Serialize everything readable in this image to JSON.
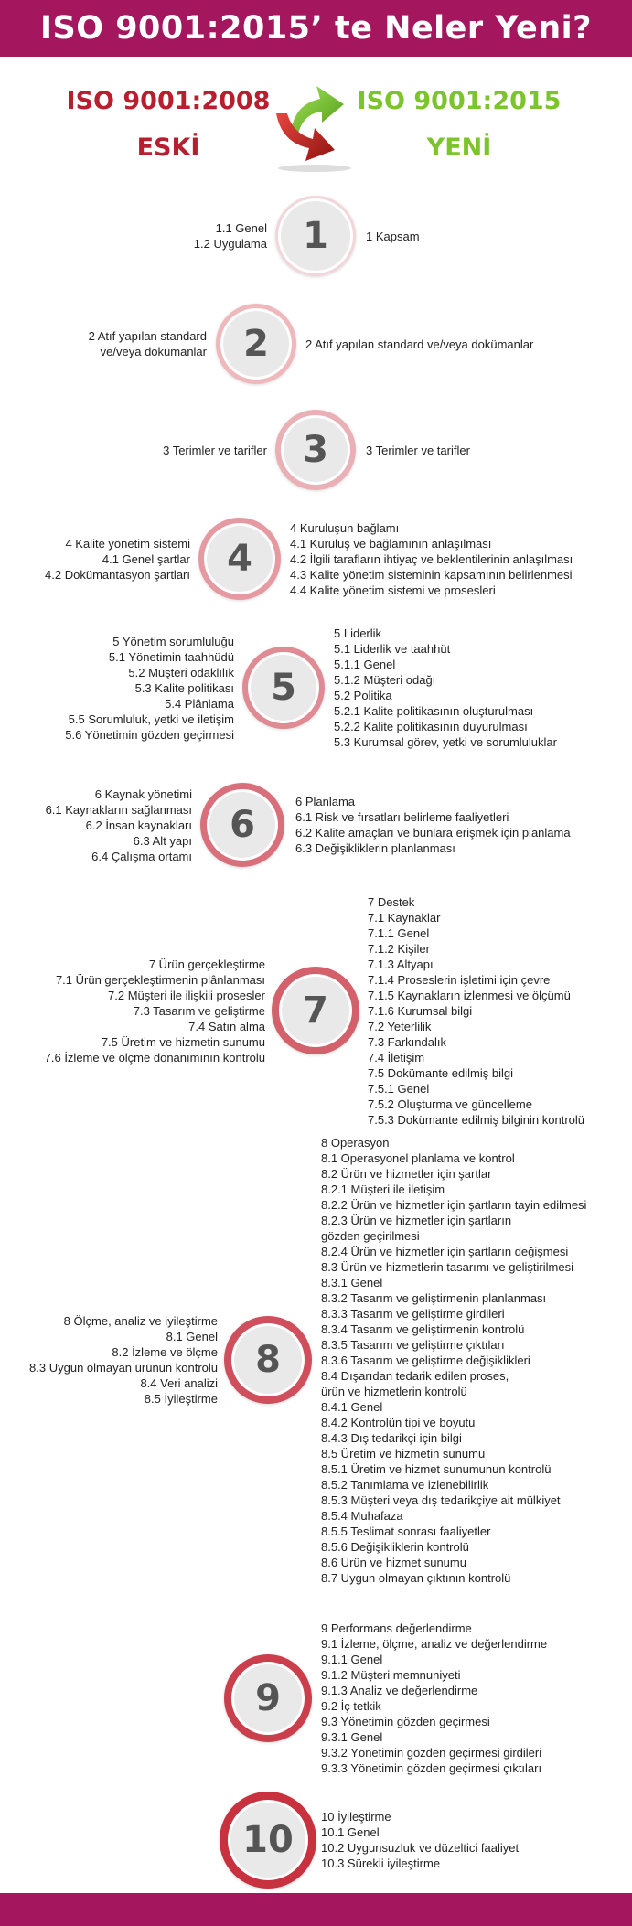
{
  "title": "ISO 9001:2015’ te Neler Yeni?",
  "header": {
    "old_version": "ISO 9001:2008",
    "old_label": "ESKİ",
    "new_version": "ISO 9001:2015",
    "new_label": "YENİ"
  },
  "sections": [
    {
      "number": "1",
      "old": [
        "1.1 Genel",
        "1.2 Uygulama"
      ],
      "new": [
        "1 Kapsam"
      ]
    },
    {
      "number": "2",
      "old": [
        "2 Atıf yapılan standard",
        "ve/veya dokümanlar"
      ],
      "new": [
        "2 Atıf yapılan standard ve/veya dokümanlar"
      ]
    },
    {
      "number": "3",
      "old": [
        "3 Terimler ve tarifler"
      ],
      "new": [
        "3 Terimler ve tarifler"
      ]
    },
    {
      "number": "4",
      "old": [
        "4 Kalite yönetim sistemi",
        "4.1 Genel şartlar",
        "4.2 Dokümantasyon şartları"
      ],
      "new": [
        "4 Kuruluşun bağlamı",
        "4.1 Kuruluş ve bağlamının anlaşılması",
        "4.2 İlgili tarafların ihtiyaç ve beklentilerinin anlaşılması",
        "4.3 Kalite yönetim sisteminin kapsamının belirlenmesi",
        "4.4 Kalite yönetim sistemi ve prosesleri"
      ]
    },
    {
      "number": "5",
      "old": [
        "5 Yönetim sorumluluğu",
        "5.1 Yönetimin taahhüdü",
        "5.2 Müşteri odaklılık",
        "5.3 Kalite politikası",
        "5.4 Plânlama",
        "5.5 Sorumluluk, yetki ve iletişim",
        "5.6 Yönetimin gözden geçirmesi"
      ],
      "new": [
        "5 Liderlik",
        "5.1 Liderlik ve taahhüt",
        "5.1.1 Genel",
        "5.1.2 Müşteri odağı",
        "5.2 Politika",
        "5.2.1 Kalite politikasının oluşturulması",
        "5.2.2 Kalite politikasının duyurulması",
        "5.3 Kurumsal görev, yetki ve sorumluluklar"
      ]
    },
    {
      "number": "6",
      "old": [
        "6 Kaynak yönetimi",
        "6.1 Kaynakların sağlanması",
        "6.2 İnsan kaynakları",
        "6.3 Alt yapı",
        "6.4 Çalışma ortamı"
      ],
      "new": [
        "6 Planlama",
        "6.1 Risk ve fırsatları belirleme faaliyetleri",
        "6.2 Kalite amaçları ve bunlara erişmek için planlama",
        "6.3 Değişikliklerin planlanması"
      ]
    },
    {
      "number": "7",
      "old": [
        "7 Ürün gerçekleştirme",
        "7.1 Ürün gerçekleştirmenin plânlanması",
        "7.2 Müşteri ile ilişkili prosesler",
        "7.3 Tasarım ve geliştirme",
        "7.4 Satın alma",
        "7.5 Üretim ve hizmetin sunumu",
        "7.6 İzleme ve ölçme donanımının kontrolü"
      ],
      "new": [
        "7 Destek",
        "7.1 Kaynaklar",
        "7.1.1 Genel",
        "7.1.2 Kişiler",
        "7.1.3 Altyapı",
        "7.1.4 Proseslerin işletimi için çevre",
        "7.1.5 Kaynakların izlenmesi ve ölçümü",
        "7.1.6 Kurumsal bilgi",
        "7.2 Yeterlilik",
        "7.3 Farkındalık",
        "7.4 İletişim",
        "7.5 Dokümante edilmiş bilgi",
        "7.5.1 Genel",
        "7.5.2 Oluşturma ve güncelleme",
        "7.5.3 Dokümante edilmiş bilginin kontrolü"
      ]
    },
    {
      "number": "8",
      "old": [
        "8 Ölçme, analiz ve iyileştirme",
        "8.1 Genel",
        "8.2 İzleme ve ölçme",
        "8.3 Uygun olmayan ürünün kontrolü",
        "8.4 Veri analizi",
        "8.5 İyileştirme"
      ],
      "new": [
        "8 Operasyon",
        "8.1 Operasyonel planlama ve kontrol",
        "8.2 Ürün ve hizmetler için şartlar",
        "8.2.1 Müşteri ile iletişim",
        "8.2.2 Ürün ve hizmetler için şartların tayin edilmesi",
        "8.2.3 Ürün ve hizmetler için şartların",
        "gözden geçirilmesi",
        "8.2.4 Ürün ve hizmetler için şartların değişmesi",
        "8.3 Ürün ve hizmetlerin tasarımı ve geliştirilmesi",
        "8.3.1 Genel",
        "8.3.2 Tasarım ve geliştirmenin planlanması",
        "8.3.3 Tasarım ve geliştirme girdileri",
        "8.3.4 Tasarım ve geliştirmenin kontrolü",
        "8.3.5 Tasarım ve geliştirme çıktıları",
        "8.3.6 Tasarım ve geliştirme değişiklikleri",
        "8.4 Dışarıdan tedarik edilen proses,",
        "ürün ve hizmetlerin kontrolü",
        "8.4.1 Genel",
        "8.4.2 Kontrolün tipi ve boyutu",
        "8.4.3 Dış tedarikçi için bilgi",
        "8.5 Üretim ve hizmetin sunumu",
        "8.5.1 Üretim ve hizmet sunumunun kontrolü",
        "8.5.2 Tanımlama ve izlenebilirlik",
        "8.5.3 Müşteri veya dış tedarikçiye ait mülkiyet",
        "8.5.4 Muhafaza",
        "8.5.5 Teslimat sonrası faaliyetler",
        "8.5.6 Değişikliklerin kontrolü",
        "8.6 Ürün ve hizmet sunumu",
        "8.7 Uygun olmayan çıktının kontrolü"
      ]
    },
    {
      "number": "9",
      "old": [],
      "new": [
        "9 Performans değerlendirme",
        "9.1 İzleme, ölçme, analiz ve değerlendirme",
        "9.1.1 Genel",
        "9.1.2 Müşteri memnuniyeti",
        "9.1.3 Analiz ve değerlendirme",
        "9.2 İç tetkik",
        "9.3 Yönetimin gözden geçirmesi",
        "9.3.1 Genel",
        "9.3.2 Yönetimin gözden geçirmesi girdileri",
        "9.3.3 Yönetimin gözden geçirmesi çıktıları"
      ]
    },
    {
      "number": "10",
      "old": [],
      "new": [
        "10 İyileştirme",
        "10.1 Genel",
        "10.2 Uygunsuzluk ve düzeltici faaliyet",
        "10.3 Sürekli iyileştirme"
      ]
    }
  ],
  "colors": {
    "brand": "#a4175f",
    "old_text": "#b81f2e",
    "new_text": "#7cc42b",
    "circle_fill": "#e9e9e9",
    "ring_gradient": [
      "#f2d7da",
      "#efb8bd",
      "#e9b0b6",
      "#e59aa2",
      "#e08a93",
      "#d96f7a",
      "#d4606c",
      "#cf4f5c",
      "#cb3f4d",
      "#c8323f"
    ]
  }
}
